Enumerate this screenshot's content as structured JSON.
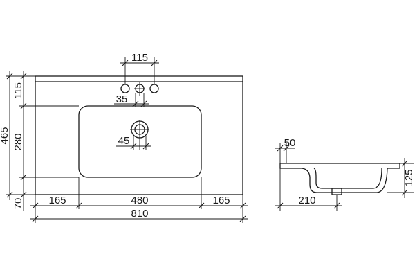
{
  "diagram": {
    "top_view": {
      "dims": {
        "faucet_spacing": "115",
        "faucet_hole": "35",
        "drain": "45",
        "total_depth": "465",
        "back_ledge": "115",
        "bowl_depth": "280",
        "front_ledge": "70",
        "left_margin": "165",
        "bowl_width": "480",
        "right_margin": "165",
        "total_width": "810"
      }
    },
    "side_view": {
      "dims": {
        "rim": "50",
        "height": "125",
        "drain_offset": "210"
      }
    },
    "colors": {
      "line": "#1a1a1a",
      "background": "#ffffff"
    }
  }
}
